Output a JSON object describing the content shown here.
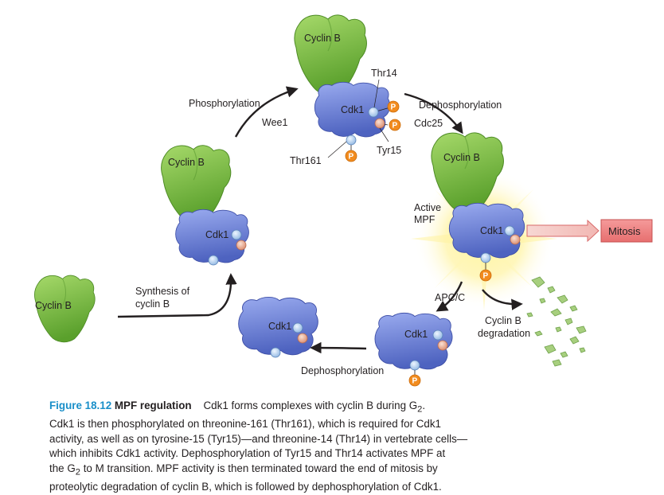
{
  "labels": {
    "cyclin_b": "Cyclin B",
    "cdk1": "Cdk1",
    "p": "P",
    "thr14": "Thr14",
    "thr161": "Thr161",
    "tyr15": "Tyr15",
    "phosphorylation": "Phosphorylation",
    "wee1": "Wee1",
    "dephosphorylation": "Dephosphorylation",
    "cdc25": "Cdc25",
    "active": "Active",
    "mpf": "MPF",
    "mitosis": "Mitosis",
    "apc_c": "APC/C",
    "cyclin_b_degradation_1": "Cyclin B",
    "cyclin_b_degradation_2": "degradation",
    "synthesis_1": "Synthesis of",
    "synthesis_2": "cyclin B",
    "dephosphorylation_bottom": "Dephosphorylation"
  },
  "caption": {
    "fig_num": "Figure 18.12",
    "title": "MPF regulation",
    "l1a": "Cdk1 forms complexes with cyclin B during G",
    "l1sub": "2",
    "l1b": ".",
    "l2": "Cdk1 is then phosphorylated on threonine-161 (Thr161), which is required for Cdk1",
    "l3": "activity, as well as on tyrosine-15 (Tyr15)—and threonine-14 (Thr14) in vertebrate cells—",
    "l4": "which inhibits Cdk1 activity. Dephosphorylation of Tyr15 and Thr14 activates MPF at",
    "l5a": "the G",
    "l5sub": "2",
    "l5b": " to M transition. MPF activity is then terminated toward the end of mitosis by",
    "l6": "proteolytic degradation of cyclin B, which is followed by dephosphorylation of Cdk1."
  },
  "colors": {
    "cyclin": "#7dc142",
    "cdk": "#6f83d6",
    "phosphate": "#f28c1f",
    "site_blue": "#a9cbea",
    "site_pink": "#e9a98f",
    "mitosis_box": "#f08a8a",
    "caption_blue": "#1a8fc9"
  }
}
